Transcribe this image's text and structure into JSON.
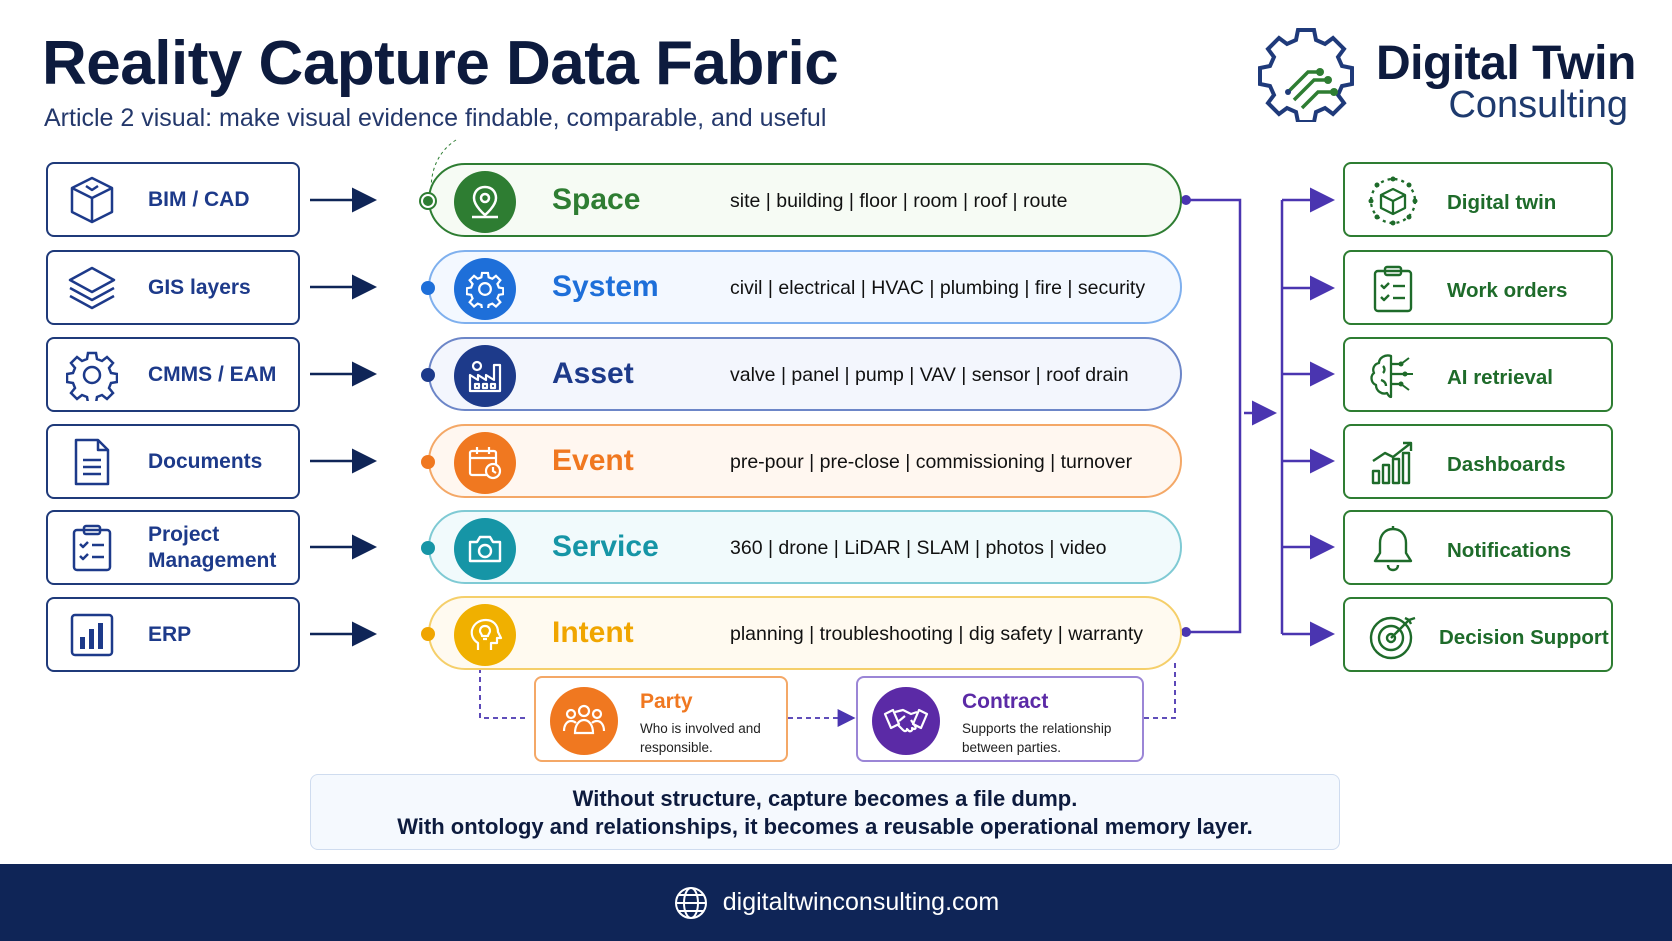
{
  "header": {
    "title": "Reality Capture Data Fabric",
    "subtitle": "Article 2 visual: make visual evidence findable, comparable, and useful"
  },
  "logo": {
    "line1": "Digital Twin",
    "line2": "Consulting"
  },
  "sources": [
    {
      "label": "BIM / CAD",
      "icon": "cube-icon"
    },
    {
      "label": "GIS layers",
      "icon": "layers-icon"
    },
    {
      "label": "CMMS / EAM",
      "icon": "gear-icon"
    },
    {
      "label": "Documents",
      "icon": "document-icon"
    },
    {
      "label": "Project Management",
      "icon": "clipboard-icon"
    },
    {
      "label": "ERP",
      "icon": "bar-chart-icon"
    }
  ],
  "bands": [
    {
      "name": "Space",
      "terms": "site  |  building  |  floor  |  room  |  roof  |  route",
      "icon": "location-pin-icon",
      "color": "#2e7d32",
      "bg": "#f6fbf4"
    },
    {
      "name": "System",
      "terms": "civil  |  electrical  |  HVAC  |  plumbing  |  fire  |  security",
      "icon": "gear-icon",
      "color": "#1e6fd9",
      "bg": "#f3f8ff"
    },
    {
      "name": "Asset",
      "terms": "valve  |  panel  |  pump  |  VAV  |  sensor  |  roof drain",
      "icon": "factory-icon",
      "color": "#1d3a8a",
      "bg": "#f3f6fd"
    },
    {
      "name": "Event",
      "terms": "pre-pour  |  pre-close  |  commissioning  |  turnover",
      "icon": "calendar-clock-icon",
      "color": "#f07820",
      "bg": "#fff7f0"
    },
    {
      "name": "Service",
      "terms": "360  |  drone  |  LiDAR  |  SLAM  |  photos  |  video",
      "icon": "camera-icon",
      "color": "#1695a6",
      "bg": "#f1fafc"
    },
    {
      "name": "Intent",
      "terms": "planning  |  troubleshooting  |  dig safety  |  warranty",
      "icon": "head-bulb-icon",
      "color": "#f0a500",
      "bg": "#fffaf0"
    }
  ],
  "relations": [
    {
      "title": "Party",
      "desc": "Who is involved and responsible.",
      "icon": "people-icon",
      "color": "#f07820"
    },
    {
      "title": "Contract",
      "desc": "Supports the relationship between parties.",
      "icon": "handshake-icon",
      "color": "#5b2aa6"
    }
  ],
  "targets": [
    {
      "label": "Digital twin",
      "icon": "cube-network-icon"
    },
    {
      "label": "Work orders",
      "icon": "checklist-icon"
    },
    {
      "label": "AI retrieval",
      "icon": "brain-circuit-icon"
    },
    {
      "label": "Dashboards",
      "icon": "growth-chart-icon"
    },
    {
      "label": "Notifications",
      "icon": "bell-icon"
    },
    {
      "label": "Decision Support",
      "icon": "target-icon"
    }
  ],
  "footnote": {
    "line1": "Without structure, capture becomes a file dump.",
    "line2": "With ontology and relationships, it becomes a reusable operational memory layer."
  },
  "footer": {
    "url": "digitaltwinconsulting.com"
  },
  "colors": {
    "navy": "#0f2557",
    "source_border": "#1f3a7a",
    "target_border": "#2e7d32",
    "connector": "#4a35b0"
  }
}
